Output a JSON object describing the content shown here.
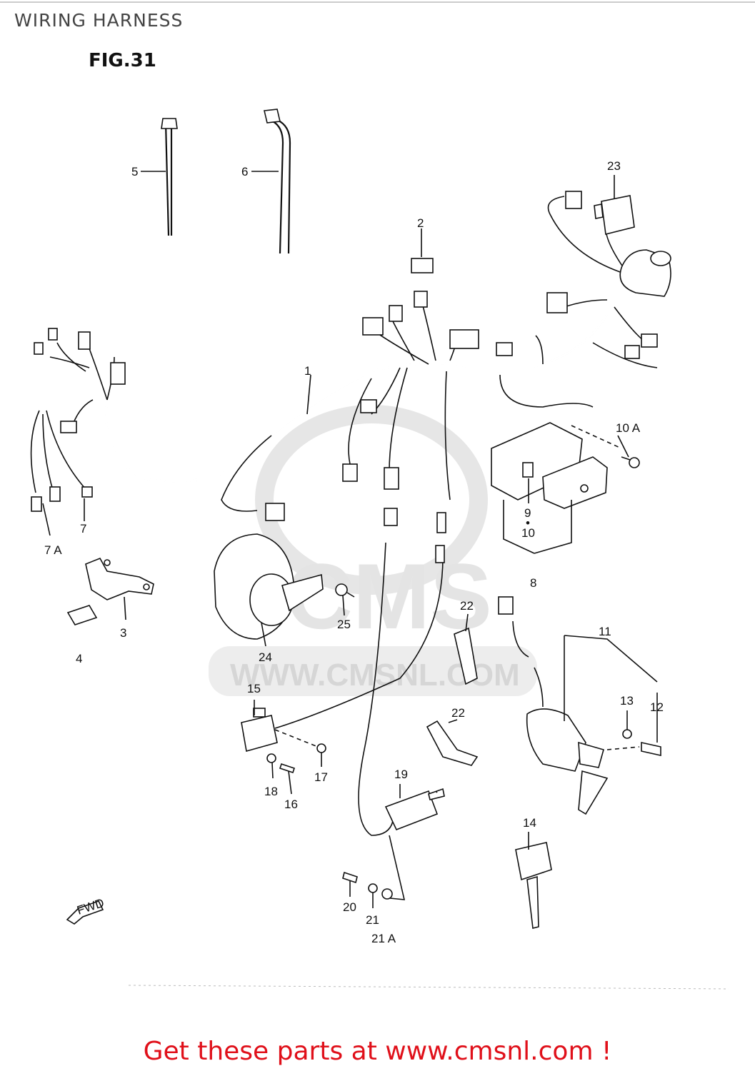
{
  "header": {
    "title": "WIRING HARNESS",
    "figure": "FIG.31"
  },
  "watermark": {
    "text": "WWW.CMSNL.COM",
    "logo": "CMS"
  },
  "direction_marker": "FWD",
  "part_labels": [
    "1",
    "2",
    "3",
    "4",
    "5",
    "6",
    "7",
    "7 A",
    "8",
    "9",
    "•",
    "10",
    "10 A",
    "11",
    "12",
    "13",
    "14",
    "15",
    "16",
    "17",
    "18",
    "19",
    "20",
    "21",
    "21 A",
    "22",
    "22",
    "23",
    "24",
    "25"
  ],
  "footer": {
    "text": "Get these parts at www.cmsnl.com !",
    "color": "#e0101a"
  }
}
